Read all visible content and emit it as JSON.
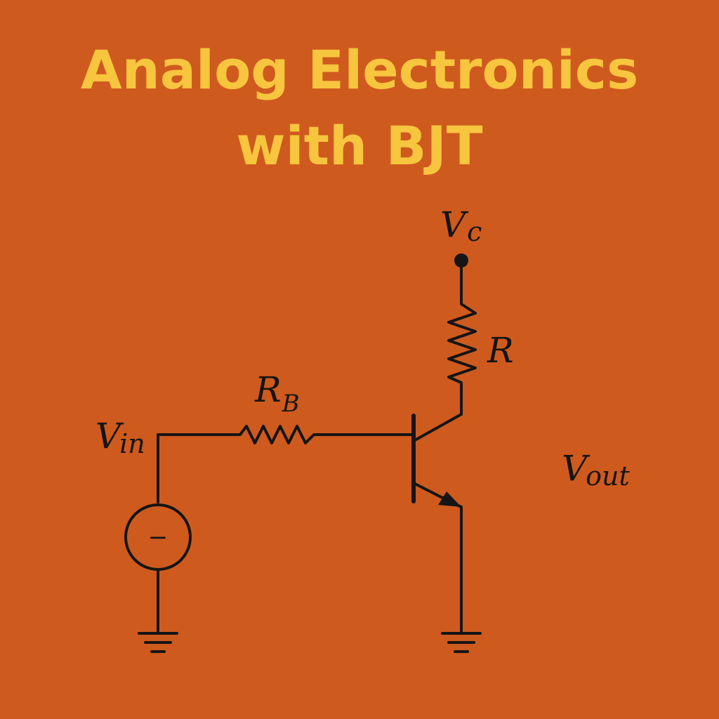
{
  "title": {
    "line1": "Analog Electronics",
    "line2": "with BJT"
  },
  "labels": {
    "vc": {
      "main": "V",
      "sub": "c"
    },
    "r": {
      "main": "R"
    },
    "rb": {
      "main": "R",
      "sub": "B"
    },
    "vin": {
      "main": "V",
      "sub": "in"
    },
    "vout": {
      "main": "V",
      "sub": "out"
    },
    "source_sign": "−"
  },
  "colors": {
    "background": "#CF5A1E",
    "title": "#F7C53E",
    "ink": "#151515"
  }
}
